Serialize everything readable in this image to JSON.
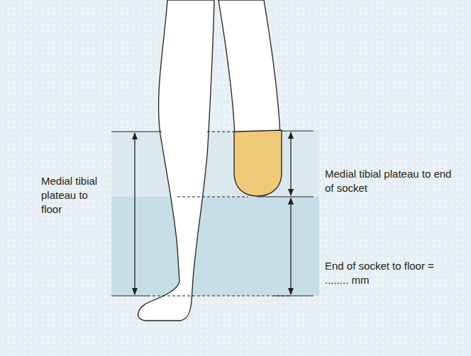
{
  "diagram": {
    "labels": [
      "Medial tibial plateau to floor",
      "Medial tibial plateau to end of socket",
      "End of socket to floor = ........ mm"
    ]
  }
}
